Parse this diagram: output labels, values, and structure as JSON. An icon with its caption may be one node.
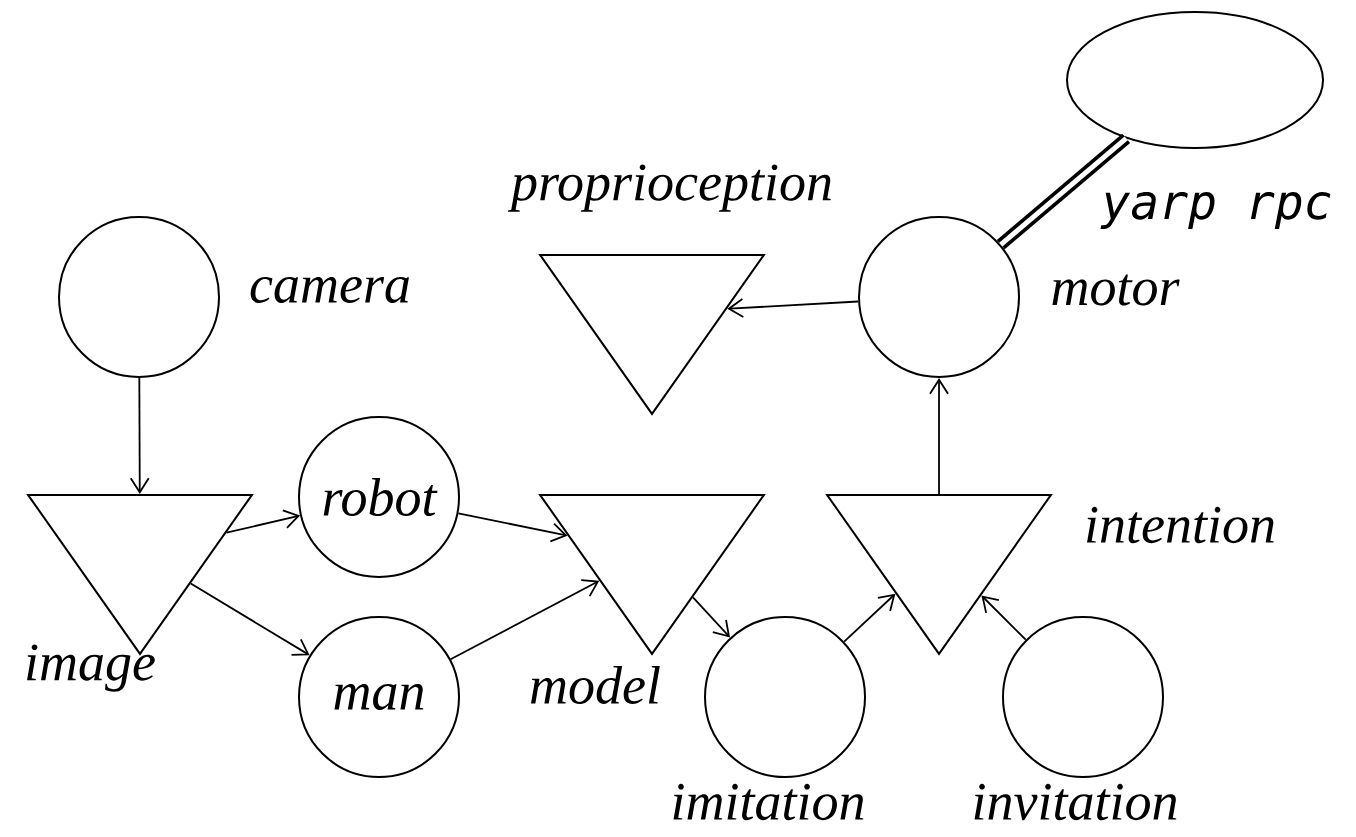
{
  "diagram": {
    "nodes": [
      {
        "text": [],
        "shape": "ellipse"
      },
      {
        "text": [],
        "shape": "triangle",
        "beside": [
          "proprioception"
        ]
      },
      {
        "text": [],
        "shape": "circle",
        "beside": [
          "camera"
        ]
      },
      {
        "text": [],
        "shape": "circle",
        "beside": [
          "motor"
        ]
      },
      {
        "text": [],
        "shape": "triangle",
        "beside": [
          "image"
        ]
      },
      {
        "text": [
          "robot"
        ]
      },
      {
        "text": [],
        "shape": "triangle",
        "beside": [
          "model"
        ]
      },
      {
        "text": [],
        "shape": "triangle",
        "beside": [
          "intention"
        ]
      },
      {
        "text": [
          "man"
        ]
      },
      {
        "text": [],
        "shape": "circle",
        "beside": [
          "imitation"
        ]
      },
      {
        "text": [],
        "shape": "circle",
        "beside": [
          "invitation"
        ]
      }
    ],
    "edges": [
      {
        "from": 0,
        "to": 3,
        "arrow": "none",
        "label": "yarp rpc",
        "style": "thick"
      },
      {
        "from": 2,
        "to": 4,
        "arrow": "to"
      },
      {
        "from": 3,
        "to": 1,
        "arrow": "to"
      },
      {
        "from": 7,
        "to": 3,
        "arrow": "to"
      },
      {
        "from": 4,
        "to": 5,
        "arrow": "to"
      },
      {
        "from": 4,
        "to": 8,
        "arrow": "to"
      },
      {
        "from": 5,
        "to": 6,
        "arrow": "to"
      },
      {
        "from": 8,
        "to": 6,
        "arrow": "to"
      },
      {
        "from": 6,
        "to": 9,
        "arrow": "to"
      },
      {
        "from": 9,
        "to": 7,
        "arrow": "to"
      },
      {
        "from": 10,
        "to": 7,
        "arrow": "to"
      }
    ]
  }
}
